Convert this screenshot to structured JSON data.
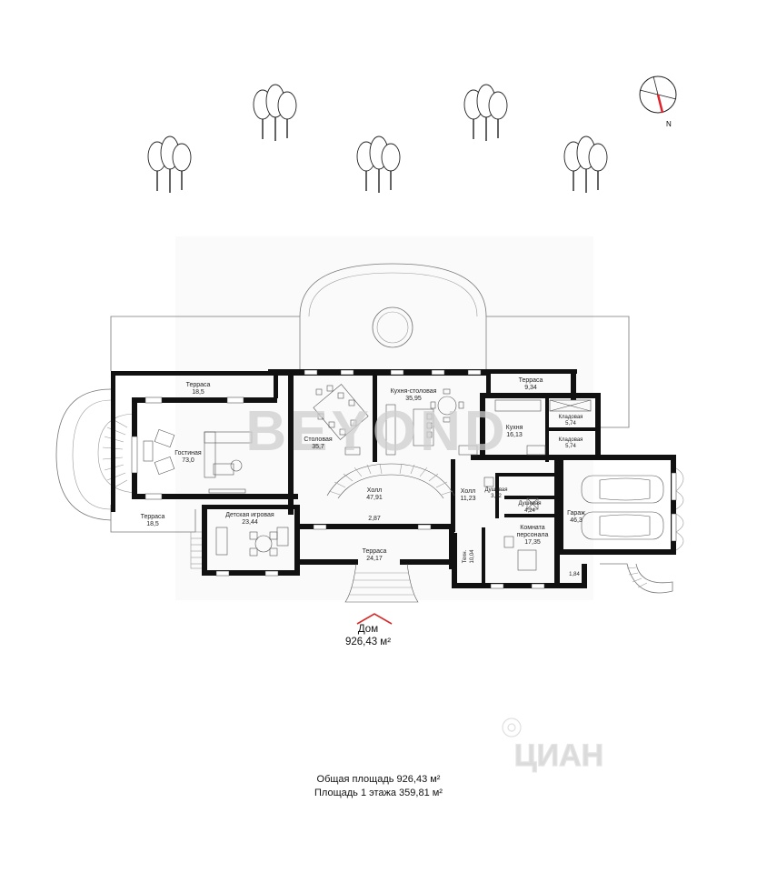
{
  "watermark": "BEYOND",
  "site_watermark": "ЦИАН",
  "compass": {
    "label": "N",
    "needle_color": "#e0222a"
  },
  "rooms": {
    "terrace_top_left": {
      "name": "Терраса",
      "area": "18,5"
    },
    "living": {
      "name": "Гостиная",
      "area": "73,0"
    },
    "terrace_bottom_left": {
      "name": "Терраса",
      "area": "18,5"
    },
    "kids": {
      "name": "Детская игровая",
      "area": "23,44"
    },
    "dining": {
      "name": "Столовая",
      "area": "35,7"
    },
    "kitchen_dining": {
      "name": "Кухня-столовая",
      "area": "35,95"
    },
    "terrace_top_right": {
      "name": "Терраса",
      "area": "9,34"
    },
    "kitchen": {
      "name": "Кухня",
      "area": "16,13"
    },
    "pantry1": {
      "name": "Кладовая",
      "area": "5,74"
    },
    "pantry2": {
      "name": "Кладовая",
      "area": "5,74"
    },
    "hall_main": {
      "name": "Холл",
      "area": "47,91"
    },
    "vestibule": {
      "area": "2,87"
    },
    "terrace_front": {
      "name": "Терраса",
      "area": "24,17"
    },
    "hall_small": {
      "name": "Холл",
      "area": "11,23"
    },
    "shower1": {
      "name": "Душевая",
      "area": "3,02"
    },
    "shower2": {
      "name": "Душевая",
      "area": "4,24"
    },
    "staff": {
      "name": "Комната",
      "name2": "персонала",
      "area": "17,35"
    },
    "garage": {
      "name": "Гараж",
      "area": "46,3"
    },
    "tech": {
      "name": "Техн.",
      "area": "10,04"
    },
    "porch": {
      "area": "1,84"
    }
  },
  "house": {
    "title": "Дом",
    "area": "926,43 м²"
  },
  "totals": {
    "total": "Общая площадь 926,43 м²",
    "floor1": "Площадь 1 этажа 359,81 м²"
  },
  "colors": {
    "entrance_arrow": "#d62a2a"
  }
}
